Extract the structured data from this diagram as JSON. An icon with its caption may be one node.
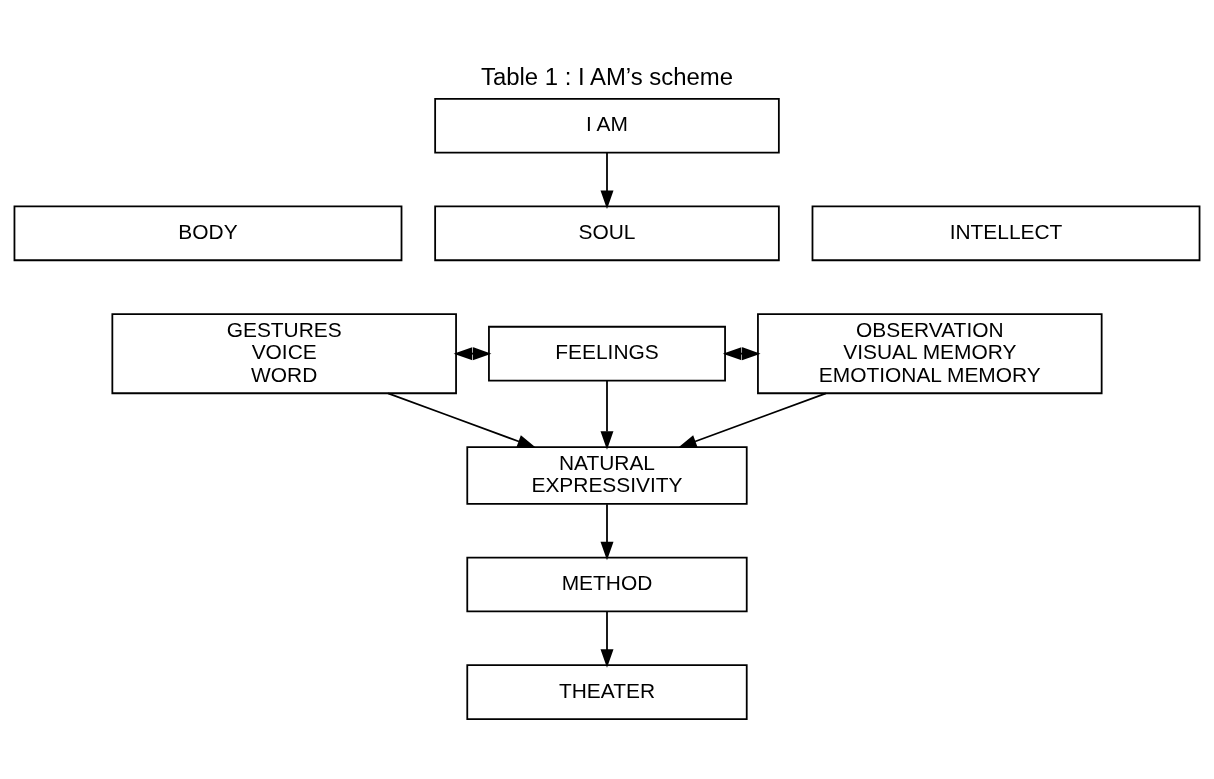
{
  "diagram": {
    "title": "Table 1 : I AM’s scheme",
    "nodes": [
      {
        "text": [
          "I AM"
        ]
      },
      {
        "text": [
          "BODY"
        ]
      },
      {
        "text": [
          "SOUL"
        ]
      },
      {
        "text": [
          "INTELLECT"
        ]
      },
      {
        "text": [
          "GESTURES VOICE WORD"
        ]
      },
      {
        "text": [
          "FEELINGS"
        ]
      },
      {
        "text": [
          "OBSERVATION VISUAL MEMORY EMOTIONAL MEMORY"
        ]
      },
      {
        "text": [
          "NATURAL EXPRESSIVITY"
        ]
      },
      {
        "text": [
          "METHOD"
        ]
      },
      {
        "text": [
          "THEATER"
        ]
      }
    ],
    "edges": [
      {
        "from": 0,
        "to": 2,
        "arrow": "to"
      },
      {
        "from": 4,
        "to": 5,
        "arrow": "both"
      },
      {
        "from": 5,
        "to": 6,
        "arrow": "both"
      },
      {
        "from": 4,
        "to": 7,
        "arrow": "to"
      },
      {
        "from": 5,
        "to": 7,
        "arrow": "to"
      },
      {
        "from": 6,
        "to": 7,
        "arrow": "to"
      },
      {
        "from": 7,
        "to": 8,
        "arrow": "to"
      },
      {
        "from": 8,
        "to": 9,
        "arrow": "to"
      }
    ]
  }
}
